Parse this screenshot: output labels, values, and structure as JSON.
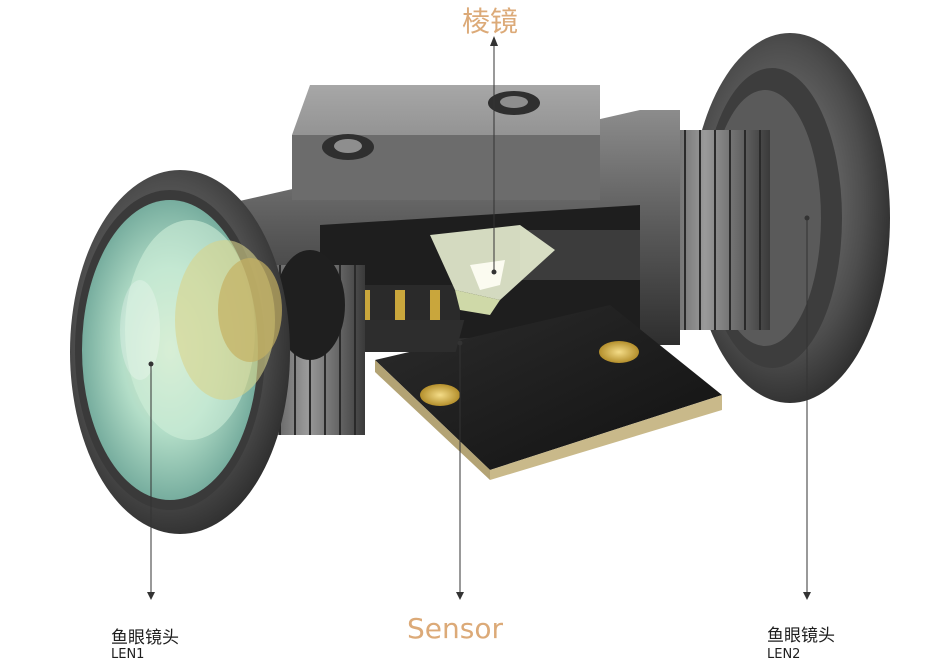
{
  "labels": {
    "prism": "棱镜",
    "sensor": "Sensor",
    "lens1_cn": "鱼眼镜头",
    "lens1_en": "LEN1",
    "lens2_cn": "鱼眼镜头",
    "lens2_en": "LEN2"
  },
  "colors": {
    "accent_label": "#dcaa78",
    "body_metal": "#5c5c5c",
    "lens_glass": "#a8e0c8",
    "pcb": "#1c1c1c",
    "gold_pad": "#d8b74a"
  }
}
